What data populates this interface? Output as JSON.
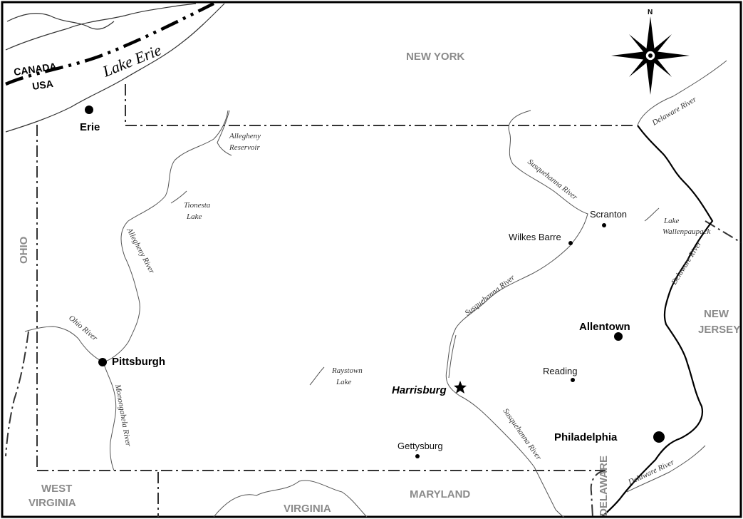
{
  "regions": {
    "new_york": "NEW YORK",
    "ohio": "OHIO",
    "new_jersey_1": "NEW",
    "new_jersey_2": "JERSEY",
    "west_virginia_1": "WEST",
    "west_virginia_2": "VIRGINIA",
    "virginia": "VIRGINIA",
    "maryland": "MARYLAND",
    "delaware": "DELAWARE",
    "canada": "CANADA",
    "usa": "USA"
  },
  "cities": {
    "erie": "Erie",
    "pittsburgh": "Pittsburgh",
    "harrisburg": "Harrisburg",
    "philadelphia": "Philadelphia",
    "allentown": "Allentown",
    "scranton": "Scranton",
    "wilkes_barre": "Wilkes Barre",
    "reading": "Reading",
    "gettysburg": "Gettysburg"
  },
  "water": {
    "lake_erie": "Lake Erie",
    "allegheny_reservoir_1": "Allegheny",
    "allegheny_reservoir_2": "Reservoir",
    "tionesta_1": "Tionesta",
    "tionesta_2": "Lake",
    "allegheny_river": "Allegheny River",
    "ohio_river": "Ohio River",
    "monongahela_river": "Monongahela River",
    "raystown_1": "Raystown",
    "raystown_2": "Lake",
    "susquehanna_river_1": "Susquehanna River",
    "susquehanna_river_2": "Susquehanna River",
    "susquehanna_river_3": "Susquehanna River",
    "delaware_river_1": "Delaware River",
    "delaware_river_2": "Delaware River",
    "delaware_river_3": "Delaware River",
    "wallenpaupack_1": "Lake",
    "wallenpaupack_2": "Wallenpaupack"
  },
  "compass": {
    "north": "N"
  },
  "icons": {
    "city_marker": "filled-circle-icon",
    "capital_marker": "star-icon",
    "compass": "compass-rose-icon"
  }
}
